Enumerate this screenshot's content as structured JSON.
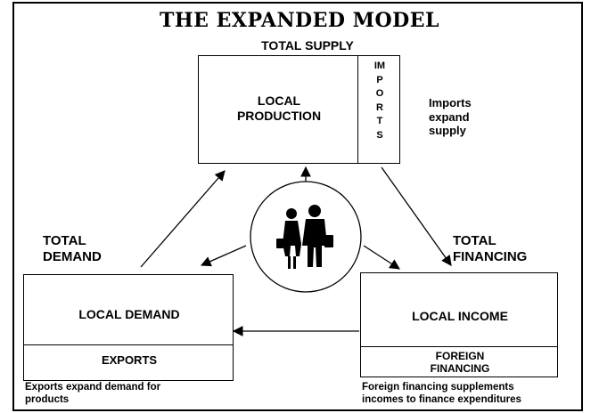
{
  "title": "THE EXPANDED MODEL",
  "top": {
    "caption": "TOTAL SUPPLY",
    "main_label": "LOCAL\nPRODUCTION",
    "side_label": "IM\nP\nO\nR\nT\nS",
    "note": "Imports\nexpand\nsupply"
  },
  "left": {
    "caption": "TOTAL\nDEMAND",
    "main_label": "LOCAL DEMAND",
    "sub_label": "EXPORTS",
    "note": "Exports expand demand for\nproducts"
  },
  "right": {
    "caption": "TOTAL\nFINANCING",
    "main_label": "LOCAL INCOME",
    "sub_label": "FOREIGN\nFINANCING",
    "note": "Foreign financing supplements\nincomes to finance expenditures"
  },
  "center": {
    "icon": "business-people-icon"
  }
}
